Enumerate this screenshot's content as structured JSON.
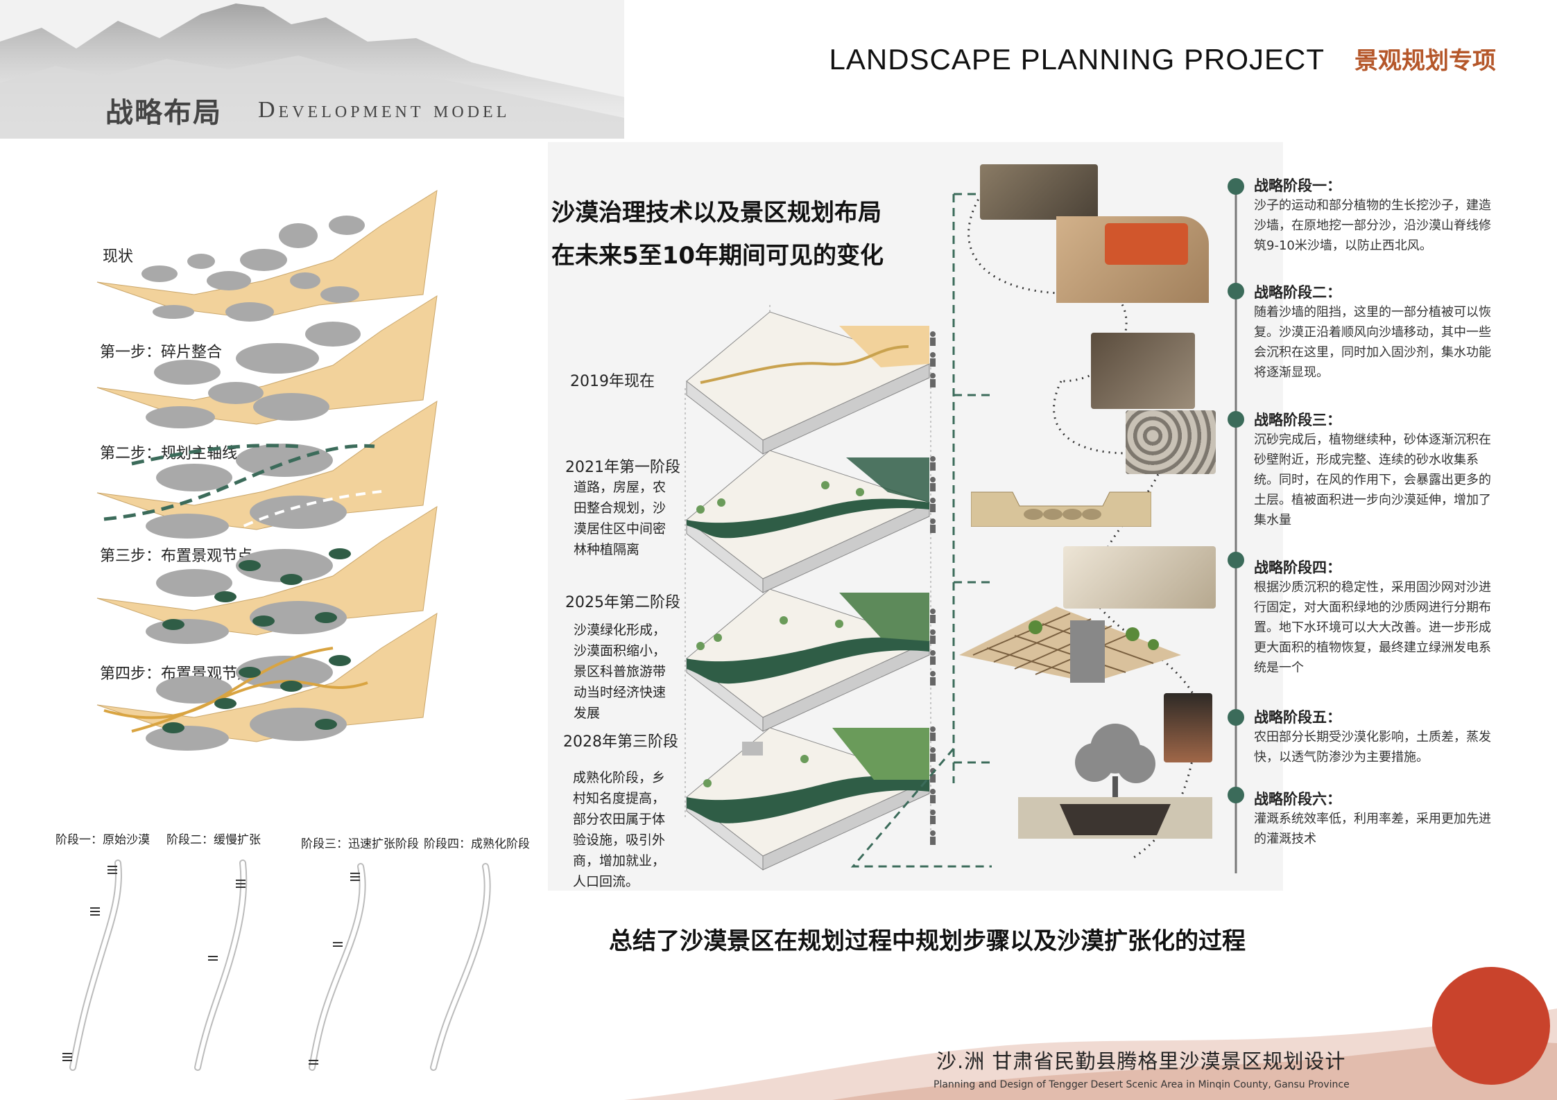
{
  "header": {
    "title_en": "LANDSCAPE PLANNING PROJECT",
    "title_cn": "景观规划专项"
  },
  "section": {
    "title_cn": "战略布局",
    "title_en": "Development model"
  },
  "steps": [
    {
      "label": "现状"
    },
    {
      "label": "第一步：碎片整合"
    },
    {
      "label": "第二步：规划主轴线"
    },
    {
      "label": "第三步：布置景观节点"
    },
    {
      "label": "第四步：布置景观节点"
    }
  ],
  "stages": [
    {
      "label": "阶段一：原始沙漠"
    },
    {
      "label": "阶段二：缓慢扩张"
    },
    {
      "label": "阶段三：迅速扩张阶段"
    },
    {
      "label": "阶段四：成熟化阶段"
    }
  ],
  "main_title": {
    "line1": "沙漠治理技术以及景区规划布局",
    "line2": "在未来5至10年期间可见的变化"
  },
  "years": [
    {
      "year": "2019年现在",
      "desc": ""
    },
    {
      "year": "2021年第一阶段",
      "desc": "道路，房屋，农田整合规划，沙漠居住区中间密林种植隔离"
    },
    {
      "year": "2025年第二阶段",
      "desc": "沙漠绿化形成，沙漠面积缩小，景区科普旅游带动当时经济快速发展"
    },
    {
      "year": "2028年第三阶段",
      "desc": "成熟化阶段，乡村知名度提高，部分农田属于体验设施，吸引外商，增加就业，人口回流。"
    }
  ],
  "timeline": [
    {
      "title": "战略阶段一：",
      "text": "沙子的运动和部分植物的生长挖沙子，建造沙墙，在原地挖一部分沙，沿沙漠山脊线修筑9-10米沙墙，以防止西北风。"
    },
    {
      "title": "战略阶段二：",
      "text": "随着沙墙的阻挡，这里的一部分植被可以恢复。沙漠正沿着顺风向沙墙移动，其中一些会沉积在这里，同时加入固沙剂，集水功能将逐渐显现。"
    },
    {
      "title": "战略阶段三：",
      "text": "沉砂完成后，植物继续种，砂体逐渐沉积在砂壁附近，形成完整、连续的砂水收集系统。同时，在风的作用下，会暴露出更多的土层。植被面积进一步向沙漠延伸，增加了集水量"
    },
    {
      "title": "战略阶段四：",
      "text": "根据沙质沉积的稳定性，采用固沙网对沙进行固定，对大面积绿地的沙质网进行分期布置。地下水环境可以大大改善。进一步形成更大面积的植物恢复，最终建立绿洲发电系统是一个"
    },
    {
      "title": "战略阶段五：",
      "text": "农田部分长期受沙漠化影响，土质差，蒸发快，以透气防渗沙为主要措施。"
    },
    {
      "title": "战略阶段六：",
      "text": "灌溉系统效率低，利用率差，采用更加先进的灌溉技术"
    }
  ],
  "summary": "总结了沙漠景区在规划过程中规划步骤以及沙漠扩张化的过程",
  "footer": {
    "title_cn": "沙.洲  甘肃省民勤县腾格里沙漠景区规划设计",
    "title_en": "Planning and Design of Tengger Desert Scenic Area in Minqin County, Gansu Province"
  },
  "colors": {
    "accent": "#b5572a",
    "sand": "#f2d29b",
    "rock": "#a9a9a9",
    "green": "#2f5d46",
    "timeline_dot": "#3b6b5a"
  }
}
